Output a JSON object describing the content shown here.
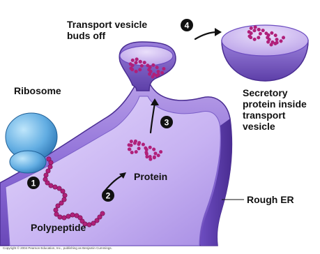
{
  "labels": {
    "transport_vesicle_buds_off": [
      "Transport vesicle",
      "buds off"
    ],
    "ribosome": "Ribosome",
    "secretory_protein": [
      "Secretory",
      "protein inside",
      "transport",
      "vesicle"
    ],
    "protein": "Protein",
    "rough_er": "Rough ER",
    "polypeptide": "Polypeptide"
  },
  "steps": [
    "1",
    "2",
    "3",
    "4"
  ],
  "copyright": "Copyright © 2004 Pearson Education, Inc., publishing as Benjamin Cummings.",
  "colors": {
    "er_light": "#cdb8f0",
    "er_mid": "#9a7fdc",
    "er_dark": "#5a3a9c",
    "ribosome": "#6fb6e6",
    "ribosome_dark": "#2f7fbf",
    "protein_beads": "#b0207a",
    "step_badge": "#111111"
  }
}
